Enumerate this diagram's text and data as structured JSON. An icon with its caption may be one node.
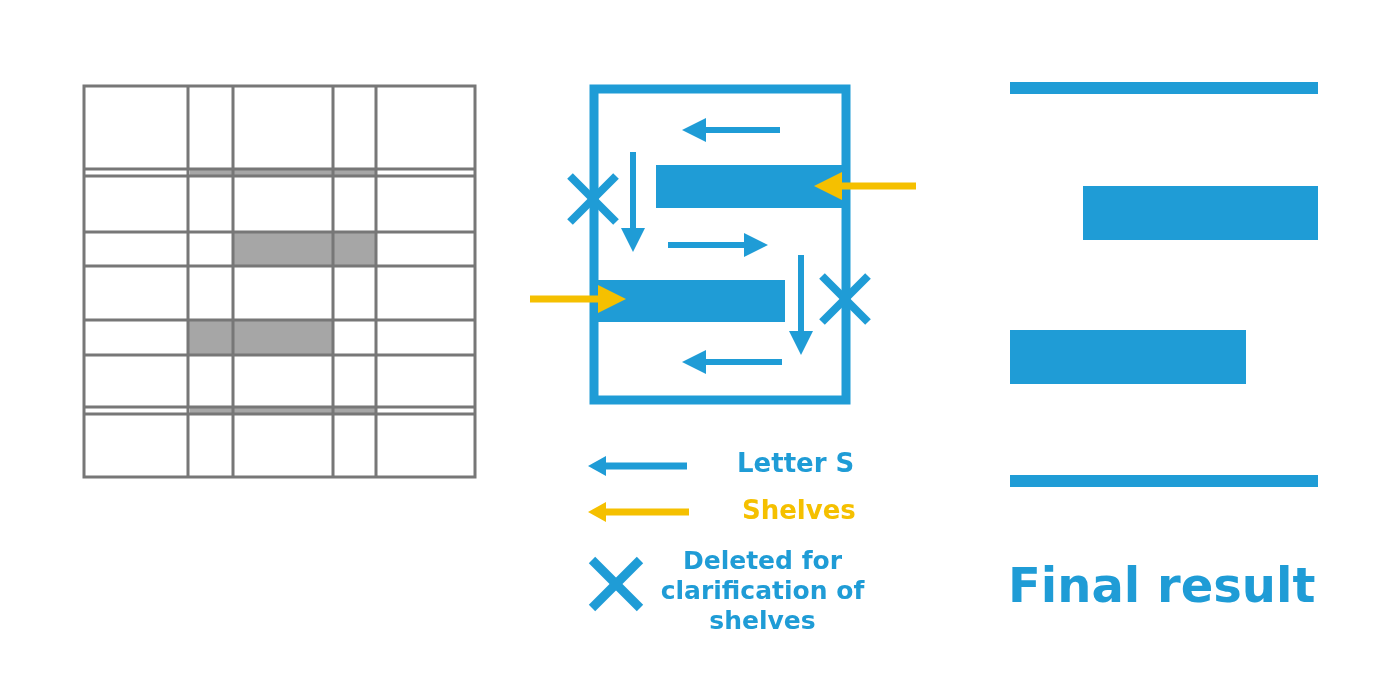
{
  "diagram": {
    "labels": [
      "Final result"
    ],
    "legend": [
      {
        "text": "Letter S"
      },
      {
        "text": "Shelves"
      },
      {
        "text": "Deleted for clarification of shelves"
      }
    ]
  }
}
